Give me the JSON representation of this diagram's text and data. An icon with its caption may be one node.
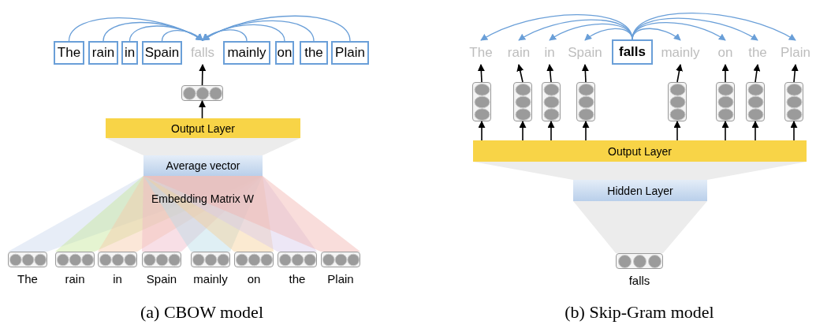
{
  "diagram": {
    "nodes": [
      {
        "text": [
          "The"
        ]
      },
      {
        "text": [
          "rain"
        ]
      },
      {
        "text": [
          "in"
        ]
      },
      {
        "text": [
          "Spain"
        ]
      },
      {
        "text": [
          "falls"
        ]
      },
      {
        "text": [
          "mainly"
        ]
      },
      {
        "text": [
          "on"
        ]
      },
      {
        "text": [
          "the"
        ]
      },
      {
        "text": [
          "Plain"
        ]
      },
      {
        "text": [],
        "shape": "box"
      },
      {
        "text": [
          "Output Layer"
        ]
      },
      {
        "text": [
          "Average vector"
        ]
      },
      {
        "text": [],
        "shape": "box",
        "beside": [
          "The"
        ]
      },
      {
        "text": [],
        "shape": "box",
        "beside": [
          "rain"
        ]
      },
      {
        "text": [],
        "shape": "box",
        "beside": [
          "in"
        ]
      },
      {
        "text": [],
        "shape": "box",
        "beside": [
          "Spain"
        ]
      },
      {
        "text": [],
        "shape": "box",
        "beside": [
          "mainly"
        ]
      },
      {
        "text": [],
        "shape": "box",
        "beside": [
          "on"
        ]
      },
      {
        "text": [],
        "shape": "box",
        "beside": [
          "the"
        ]
      },
      {
        "text": [],
        "shape": "box",
        "beside": [
          "Plain"
        ]
      },
      {
        "text": [
          "The"
        ]
      },
      {
        "text": [
          "rain"
        ]
      },
      {
        "text": [
          "in"
        ]
      },
      {
        "text": [
          "Spain"
        ]
      },
      {
        "text": [
          "falls"
        ]
      },
      {
        "text": [
          "mainly"
        ]
      },
      {
        "text": [
          "on"
        ]
      },
      {
        "text": [
          "the"
        ]
      },
      {
        "text": [
          "Plain"
        ]
      },
      {
        "text": [],
        "shape": "box"
      },
      {
        "text": [],
        "shape": "box"
      },
      {
        "text": [],
        "shape": "box"
      },
      {
        "text": [],
        "shape": "box"
      },
      {
        "text": [],
        "shape": "box"
      },
      {
        "text": [],
        "shape": "box"
      },
      {
        "text": [],
        "shape": "box"
      },
      {
        "text": [],
        "shape": "box"
      },
      {
        "text": [
          "Output Layer"
        ]
      },
      {
        "text": [
          "Hidden Layer"
        ]
      },
      {
        "text": [],
        "shape": "box",
        "beside": [
          "falls"
        ]
      }
    ],
    "edges": [
      {
        "from": 0,
        "to": 4,
        "arrow": "to",
        "color": "#6a9fd8"
      },
      {
        "from": 1,
        "to": 4,
        "arrow": "to",
        "color": "#6a9fd8"
      },
      {
        "from": 2,
        "to": 4,
        "arrow": "to",
        "color": "#6a9fd8"
      },
      {
        "from": 3,
        "to": 4,
        "arrow": "to",
        "color": "#6a9fd8"
      },
      {
        "from": 5,
        "to": 4,
        "arrow": "to",
        "color": "#6a9fd8"
      },
      {
        "from": 6,
        "to": 4,
        "arrow": "to",
        "color": "#6a9fd8"
      },
      {
        "from": 7,
        "to": 4,
        "arrow": "to",
        "color": "#6a9fd8"
      },
      {
        "from": 8,
        "to": 4,
        "arrow": "to",
        "color": "#6a9fd8"
      },
      {
        "from": 10,
        "to": 9,
        "arrow": "to"
      },
      {
        "from": 9,
        "to": 4,
        "arrow": "to"
      },
      {
        "from": 24,
        "to": 20,
        "arrow": "to",
        "color": "#6a9fd8"
      },
      {
        "from": 24,
        "to": 21,
        "arrow": "to",
        "color": "#6a9fd8"
      },
      {
        "from": 24,
        "to": 22,
        "arrow": "to",
        "color": "#6a9fd8"
      },
      {
        "from": 24,
        "to": 23,
        "arrow": "to",
        "color": "#6a9fd8"
      },
      {
        "from": 24,
        "to": 25,
        "arrow": "to",
        "color": "#6a9fd8"
      },
      {
        "from": 24,
        "to": 26,
        "arrow": "to",
        "color": "#6a9fd8"
      },
      {
        "from": 24,
        "to": 27,
        "arrow": "to",
        "color": "#6a9fd8"
      },
      {
        "from": 24,
        "to": 28,
        "arrow": "to",
        "color": "#6a9fd8"
      },
      {
        "from": 29,
        "to": 20,
        "arrow": "to"
      },
      {
        "from": 30,
        "to": 21,
        "arrow": "to"
      },
      {
        "from": 31,
        "to": 22,
        "arrow": "to"
      },
      {
        "from": 32,
        "to": 23,
        "arrow": "to"
      },
      {
        "from": 33,
        "to": 25,
        "arrow": "to"
      },
      {
        "from": 34,
        "to": 26,
        "arrow": "to"
      },
      {
        "from": 35,
        "to": 27,
        "arrow": "to"
      },
      {
        "from": 36,
        "to": 28,
        "arrow": "to"
      },
      {
        "from": 37,
        "to": 29,
        "arrow": "to"
      },
      {
        "from": 37,
        "to": 30,
        "arrow": "to"
      },
      {
        "from": 37,
        "to": 31,
        "arrow": "to"
      },
      {
        "from": 37,
        "to": 32,
        "arrow": "to"
      },
      {
        "from": 37,
        "to": 33,
        "arrow": "to"
      },
      {
        "from": 37,
        "to": 34,
        "arrow": "to"
      },
      {
        "from": 37,
        "to": 35,
        "arrow": "to"
      },
      {
        "from": 37,
        "to": 36,
        "arrow": "to"
      }
    ],
    "labels": [
      "Embedding Matrix W",
      "(a) CBOW model",
      "(b) Skip-Gram model"
    ]
  }
}
